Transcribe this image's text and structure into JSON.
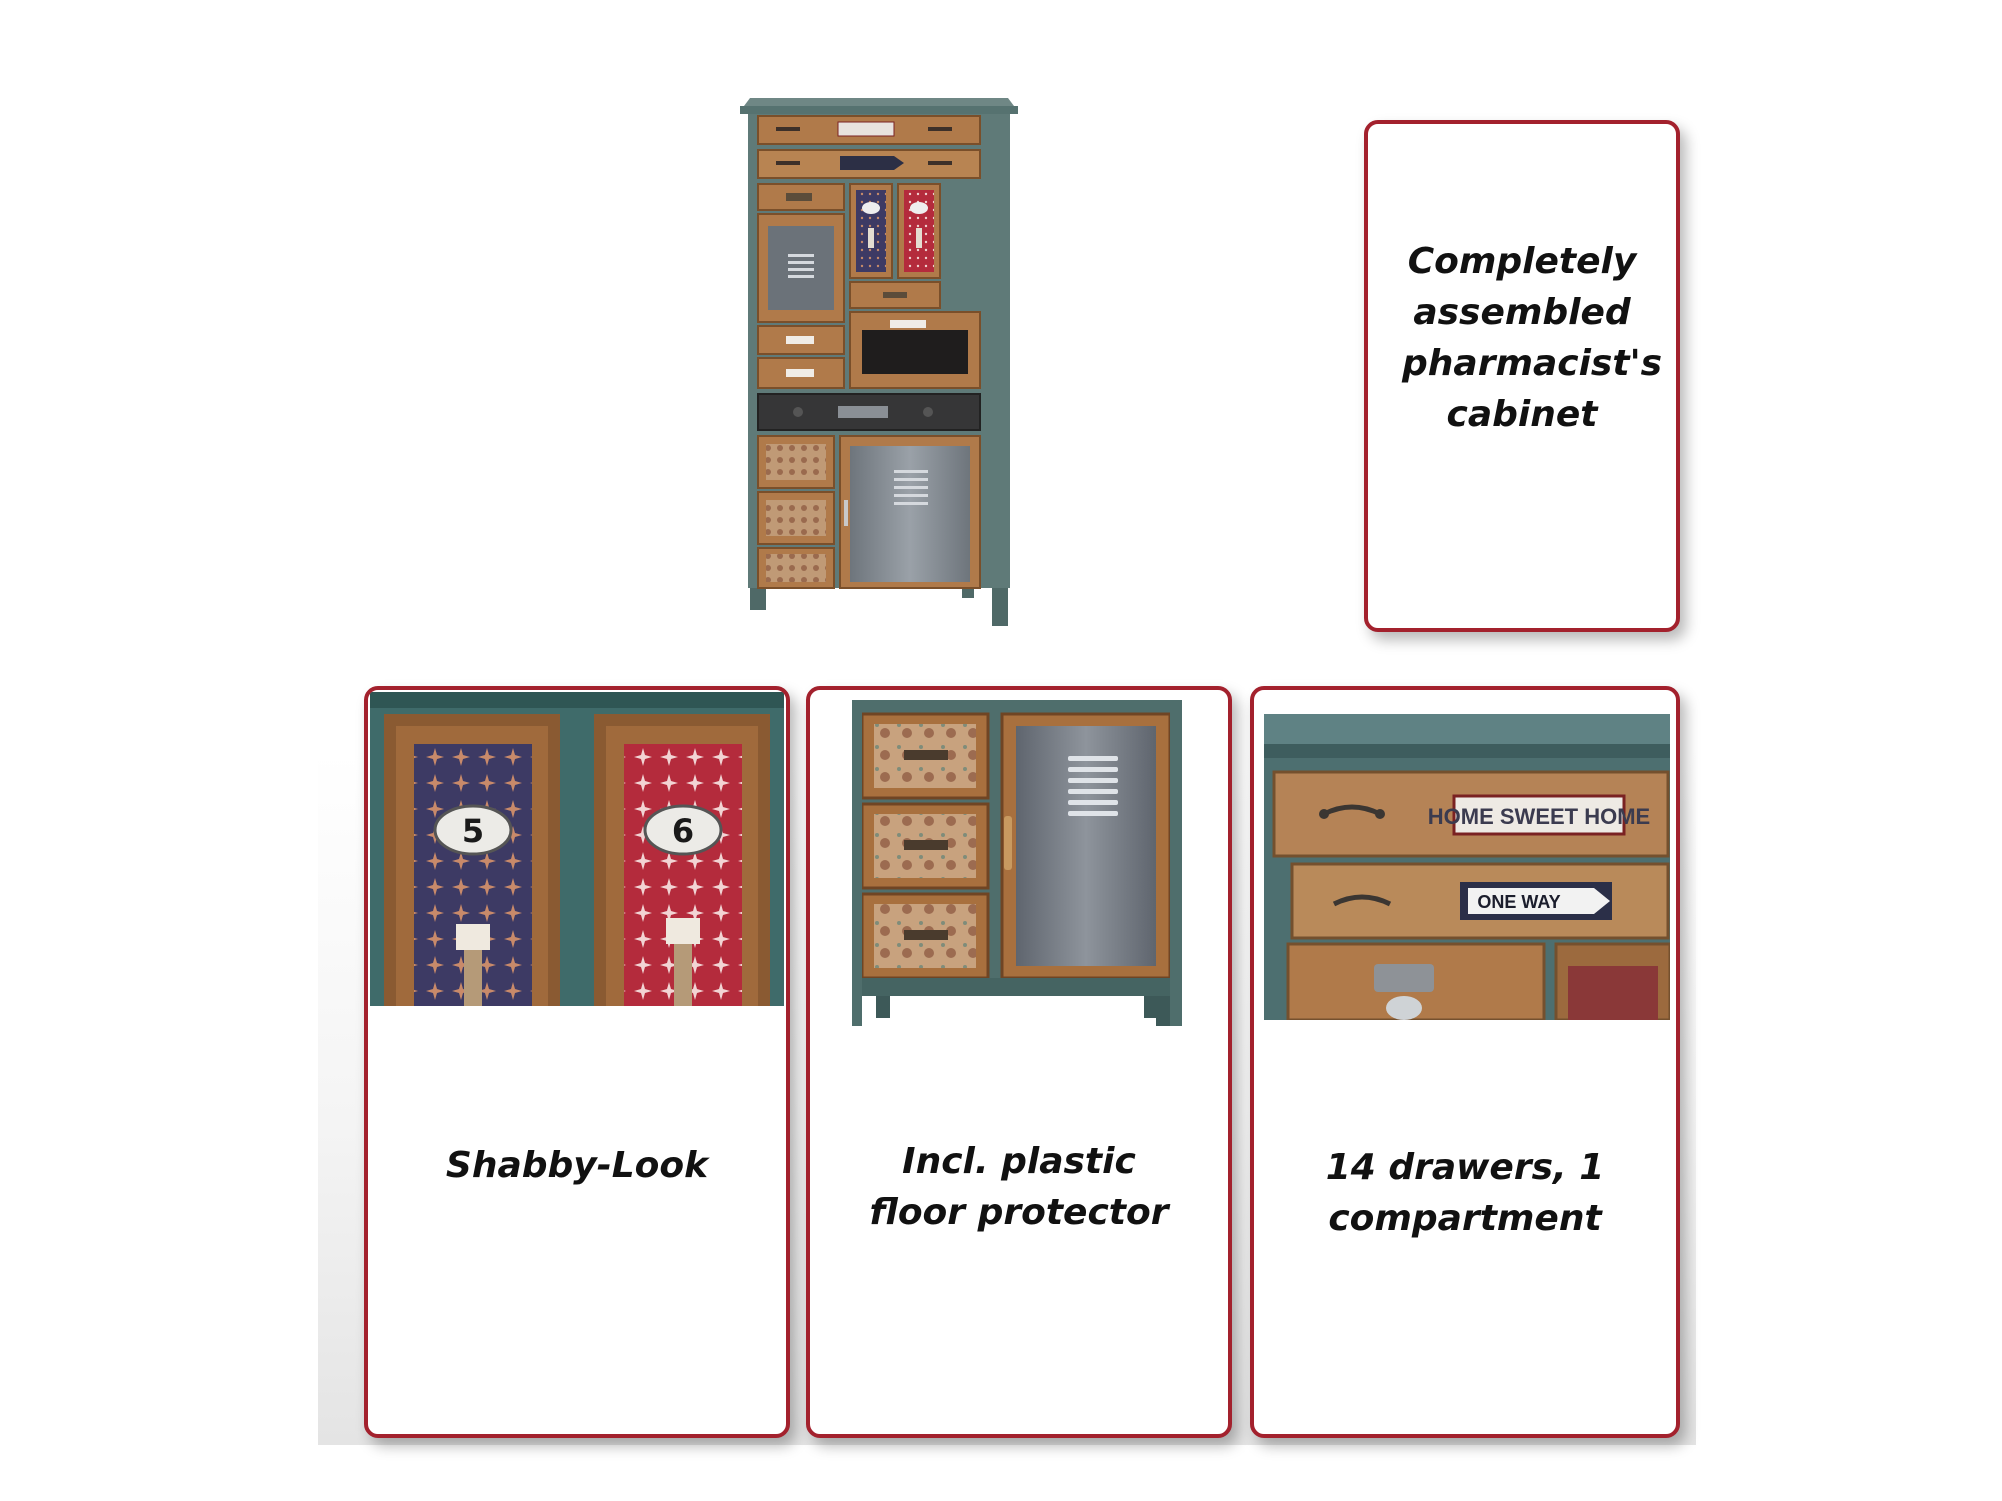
{
  "hero": {
    "image": "pharmacist-cabinet-photo",
    "drawer_signs": [
      "HOME SWEET HOME",
      "ONE WAY"
    ],
    "drawer_numbers": [
      "5",
      "6"
    ]
  },
  "cards": [
    {
      "text": "Completely assembled pharmacist's cabinet"
    },
    {
      "text": "Shabby-Look",
      "image": "numbered-drawers-closeup"
    },
    {
      "text": "Incl. plastic floor protector",
      "image": "cabinet-base-closeup"
    },
    {
      "text": "14 drawers, 1 compartment",
      "image": "sign-drawers-closeup"
    }
  ],
  "colors": {
    "frame": "#a3212d",
    "cabinet_body": "#5f7a78",
    "wood": "#b07a4a",
    "metal": "#7e858d",
    "navy_panel": "#3d3a64",
    "red_panel": "#b42b3c"
  }
}
